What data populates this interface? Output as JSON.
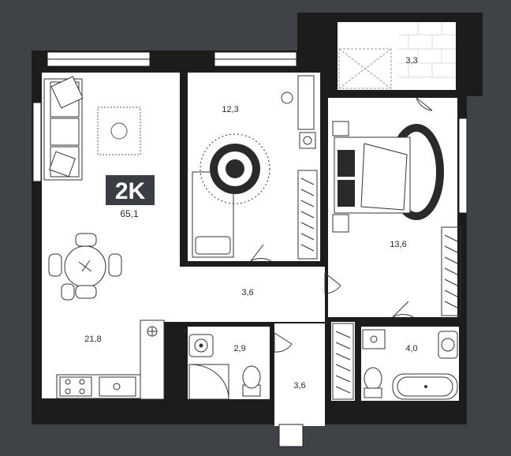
{
  "apartment": {
    "type_badge": "2K",
    "total_area": "65,1"
  },
  "rooms": {
    "kitchen_living": "21,8",
    "bedroom_small": "12,3",
    "bedroom_main": "13,6",
    "balcony": "3,3",
    "hall": "3,6",
    "corridor": "3,6",
    "bathroom_small": "2,9",
    "bathroom_main": "4,0"
  },
  "colors": {
    "background": "#3f4247",
    "wall": "#1c1c1c",
    "floor": "#ffffff",
    "badge": "#3a3d42",
    "fixture_stroke": "#333333"
  }
}
